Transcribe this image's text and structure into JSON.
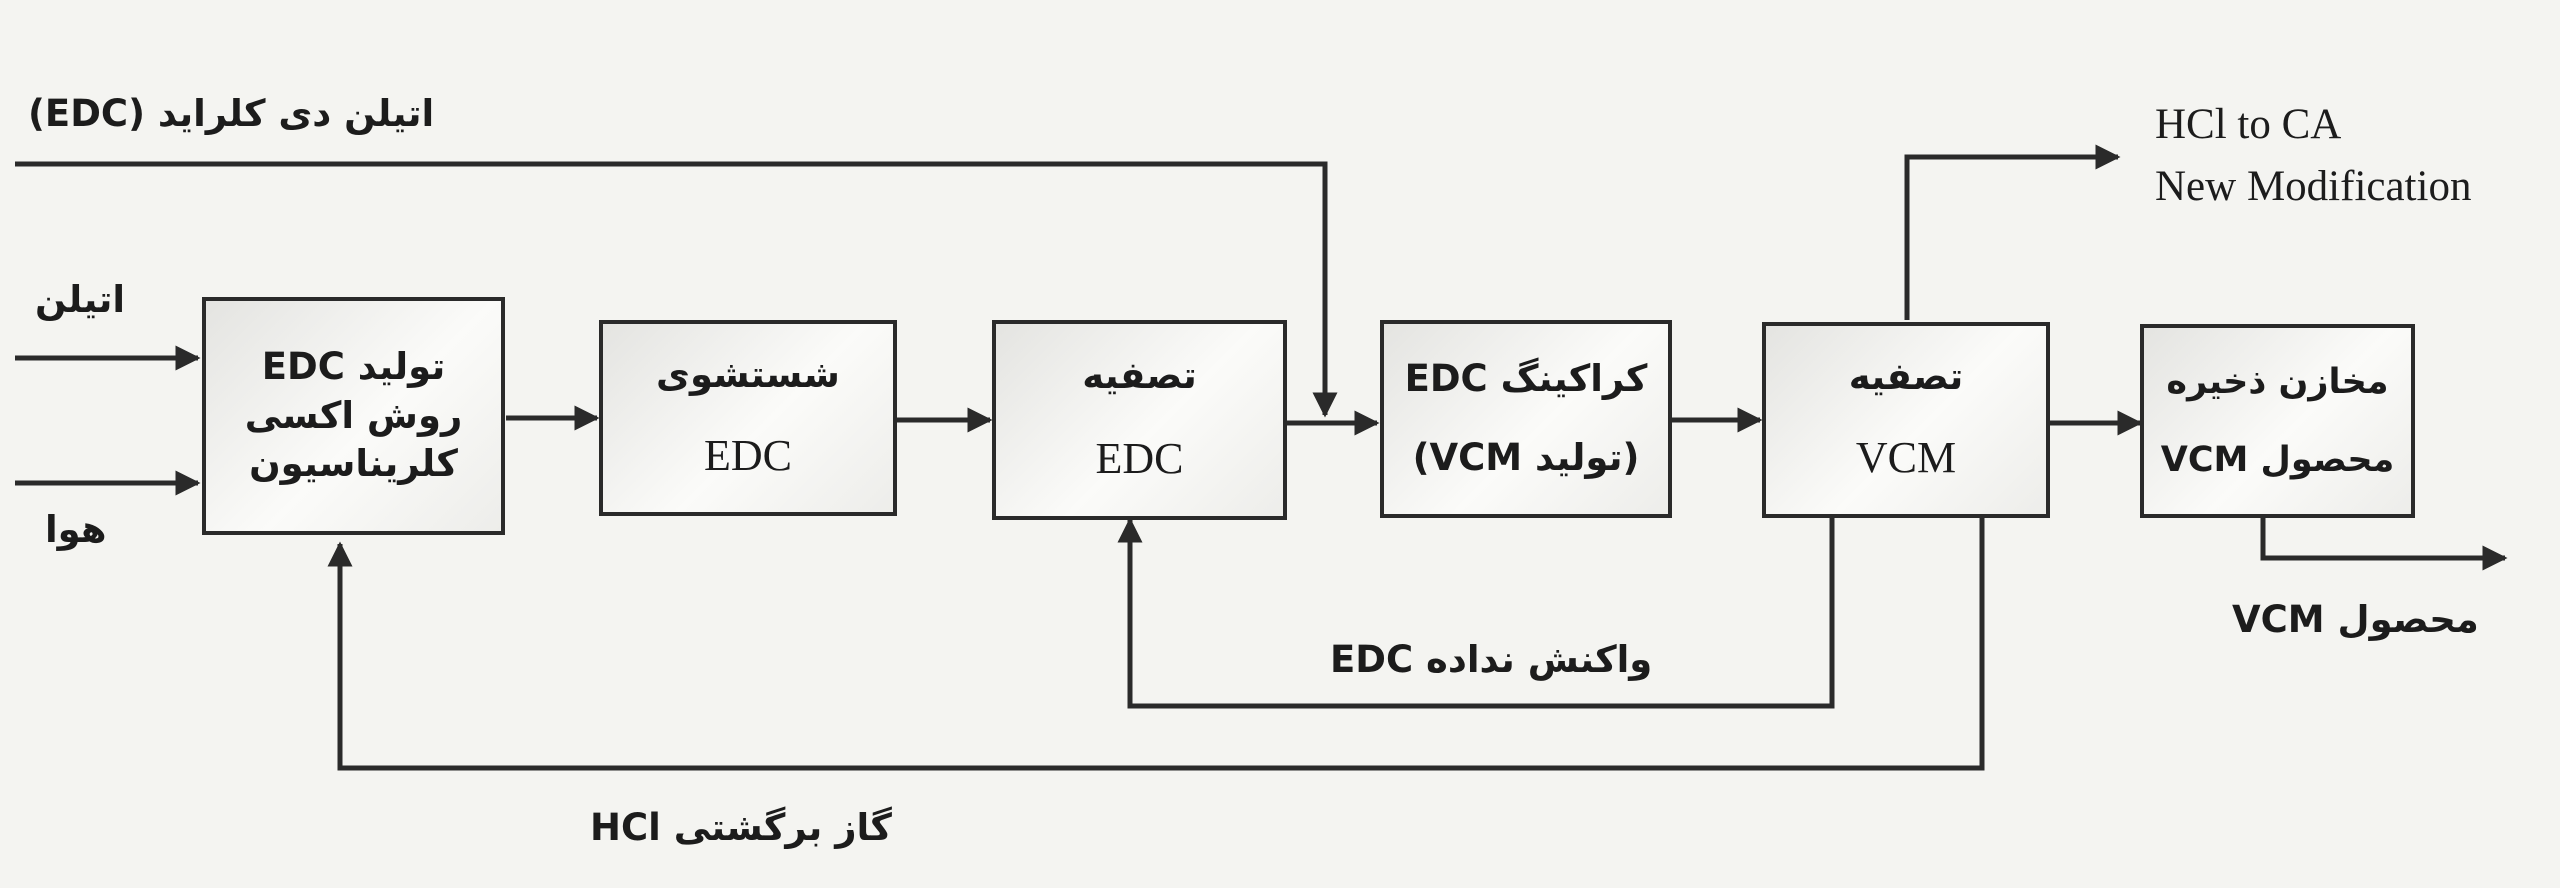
{
  "blocks": {
    "edc_production": {
      "line1": "تولید EDC",
      "line2": "روش اکسی",
      "line3": "کلریناسیون"
    },
    "edc_washing": {
      "line1": "شستشوی",
      "line2": "EDC"
    },
    "edc_purification": {
      "line1": "تصفیه",
      "line2": "EDC"
    },
    "edc_cracking": {
      "line1": "کراکینگ EDC",
      "line2": "(تولید VCM)"
    },
    "vcm_purification": {
      "line1": "تصفیه",
      "line2": "VCM"
    },
    "vcm_storage": {
      "line1": "مخازن ذخیره",
      "line2": "محصول VCM"
    }
  },
  "labels": {
    "edc_feed": "اتیلن دی کلراید (EDC)",
    "ethylene_in": "اتیلن",
    "air_in": "هوا",
    "hcl_to_ca": "HCl to CA",
    "new_modification": "New Modification",
    "unreacted_edc": "EDC واکنش نداده",
    "vcm_product": "محصول VCM",
    "hcl_recycle": "گاز برگشتی HCl"
  },
  "colors": {
    "line": "#2a2a2a",
    "block_border": "#2a2a2a",
    "background": "#f4f4f1"
  }
}
